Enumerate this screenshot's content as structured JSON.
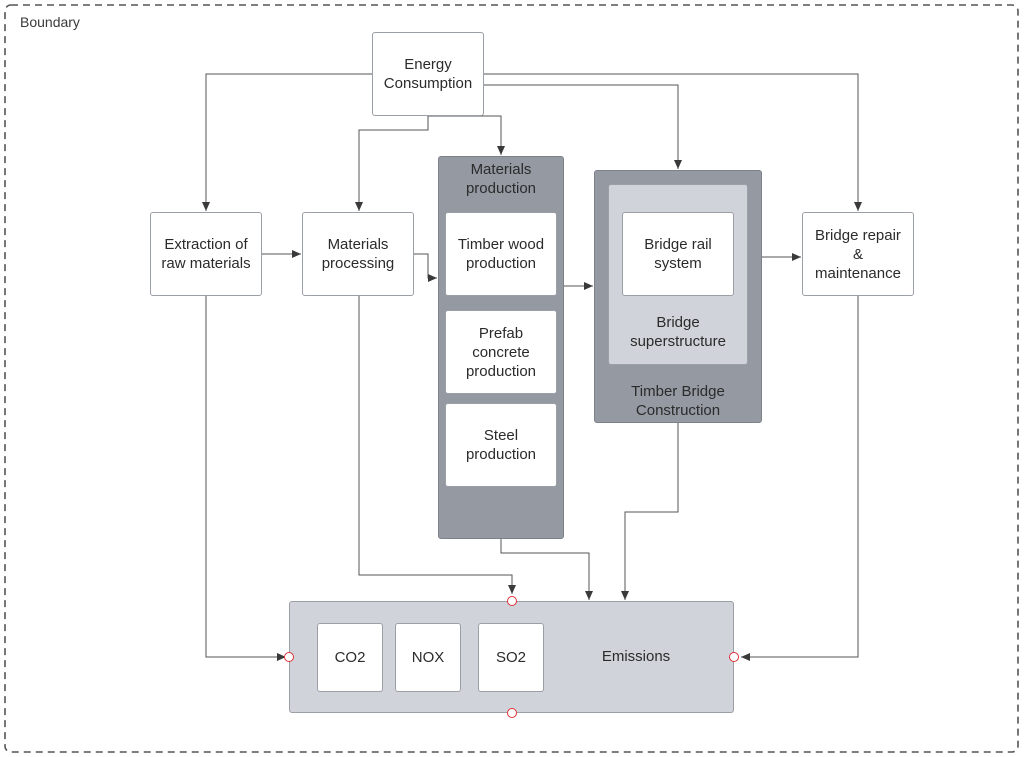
{
  "boundary": {
    "label": "Boundary"
  },
  "nodes": {
    "energy": "Energy\nConsumption",
    "extraction": "Extraction of\nraw materials",
    "processing": "Materials\nprocessing",
    "materials_production": {
      "title": "Materials\nproduction",
      "timber": "Timber wood\nproduction",
      "prefab": "Prefab\nconcrete\nproduction",
      "steel": "Steel\nproduction"
    },
    "timber_bridge": {
      "title": "Timber Bridge\nConstruction",
      "superstructure": "Bridge\nsuperstructure",
      "rail": "Bridge rail\nsystem"
    },
    "repair": "Bridge repair\n&\nmaintenance",
    "emissions": {
      "title": "Emissions",
      "co2": "CO2",
      "nox": "NOX",
      "so2": "SO2"
    }
  },
  "colors": {
    "port_outline": "#e0313a",
    "container_dark": "#9499a2",
    "container_light": "#d0d3d9",
    "connector": "#555555"
  }
}
